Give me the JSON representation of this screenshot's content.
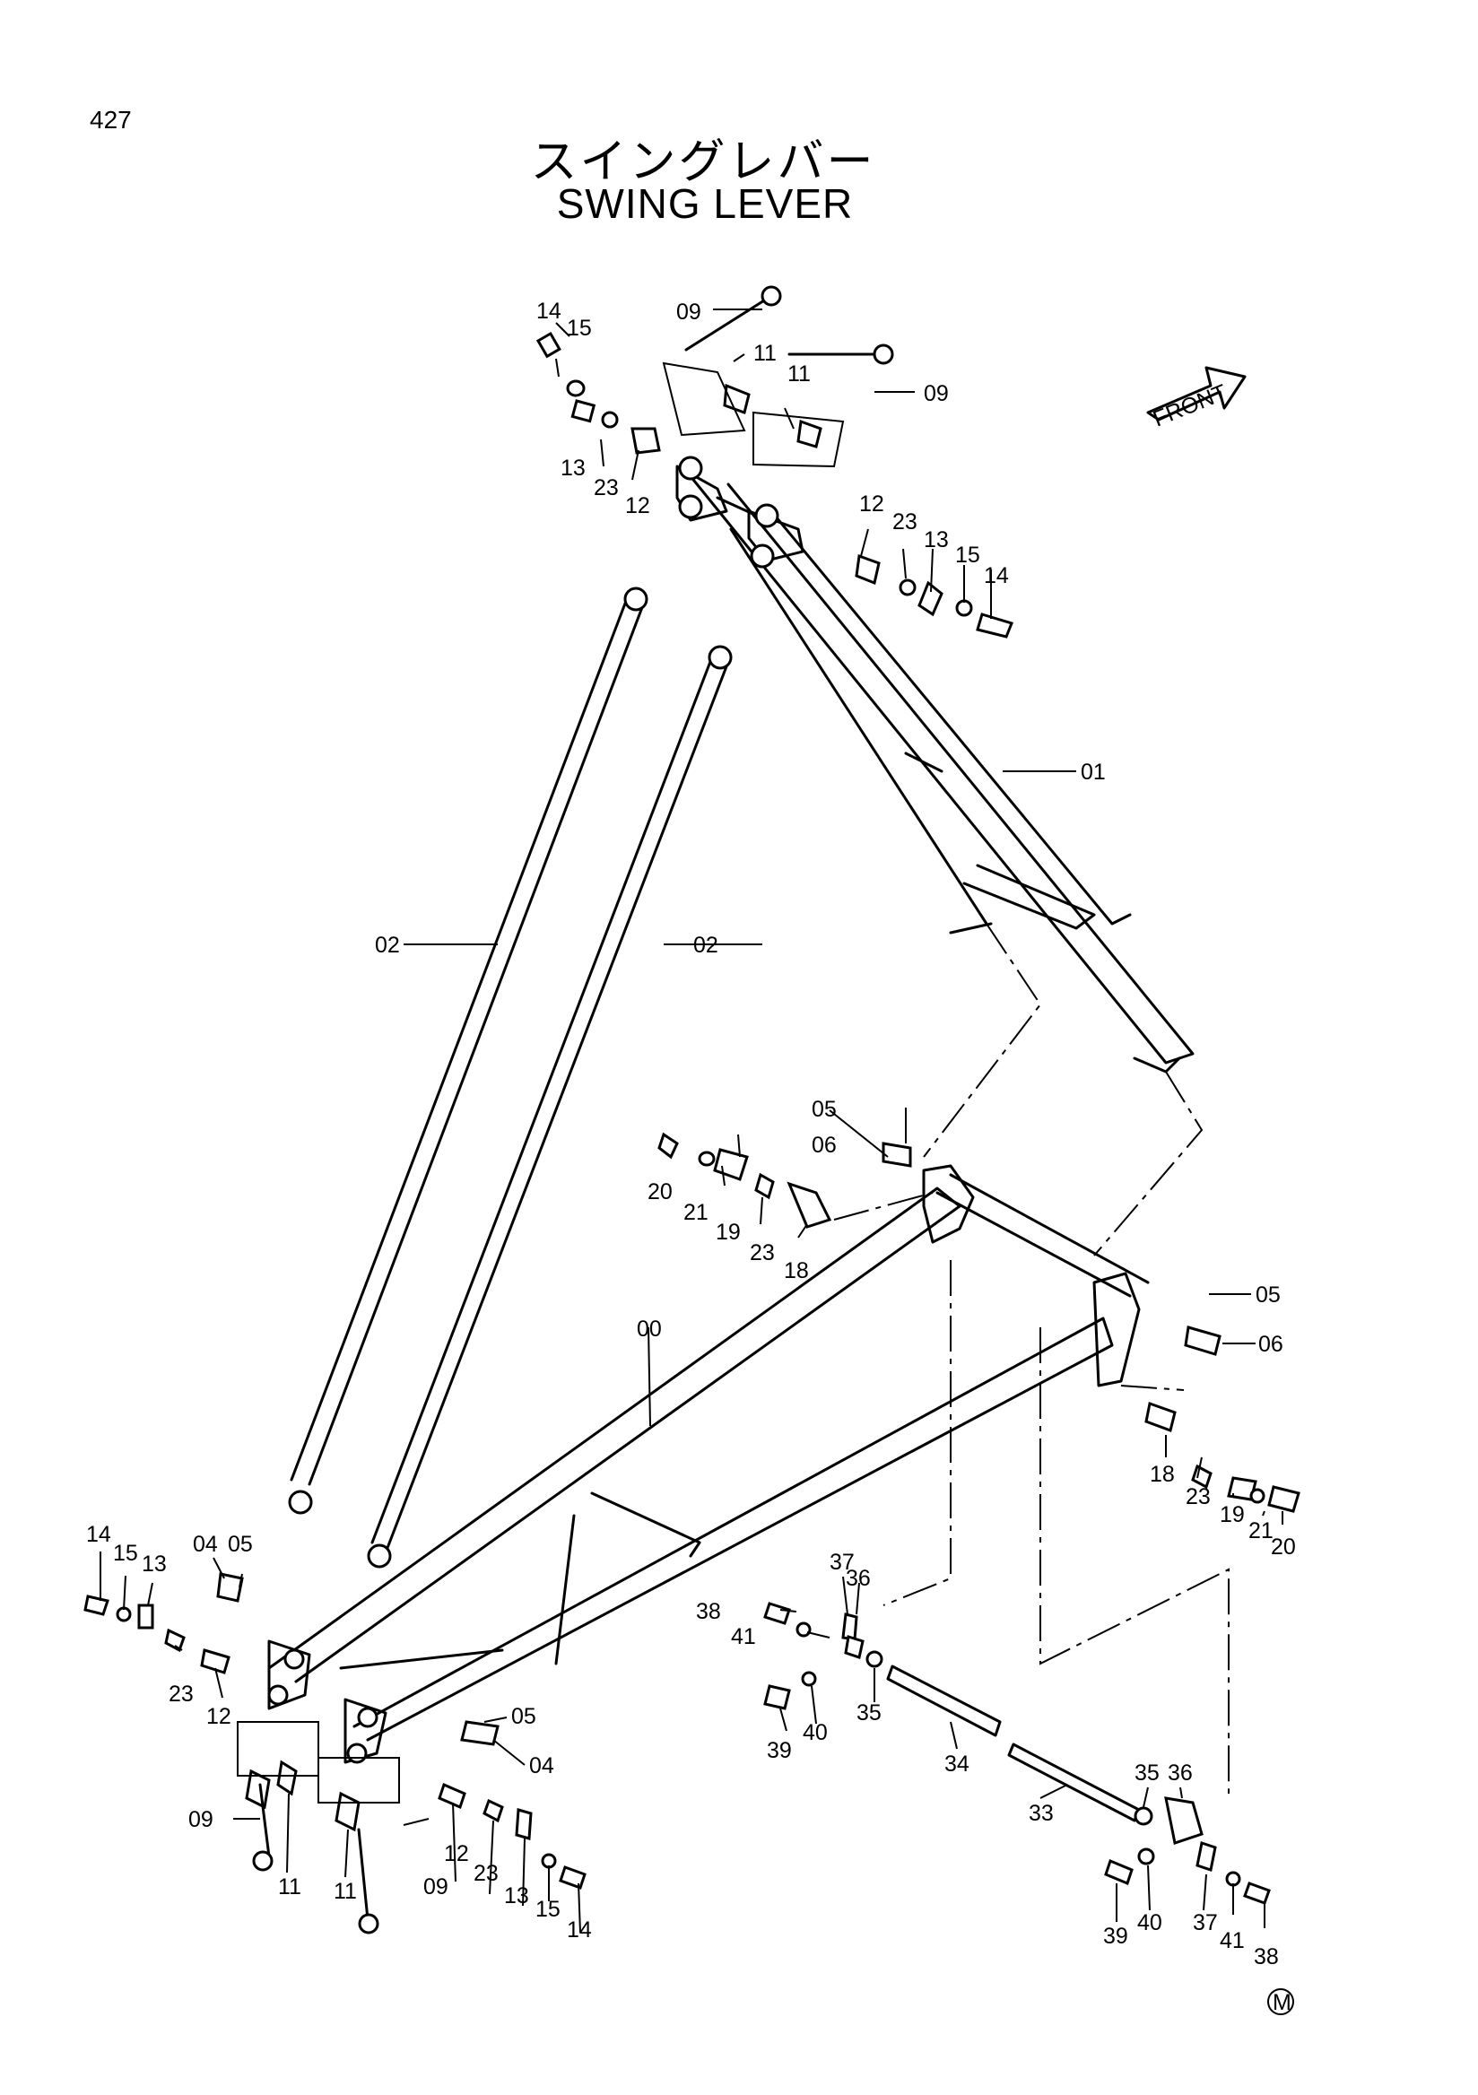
{
  "page_number": "427",
  "title_jp": "スイングレバー",
  "title_en": "SWING LEVER",
  "front_label": "FRONT",
  "mark_symbol": "M",
  "callouts": {
    "c09a": "09",
    "c11a": "11",
    "c11b": "11",
    "c09b": "09",
    "c14a": "14",
    "c15a": "15",
    "c13a": "13",
    "c23a": "23",
    "c12a": "12",
    "c12b": "12",
    "c23b": "23",
    "c13b": "13",
    "c15b": "15",
    "c14b": "14",
    "c01": "01",
    "c02a": "02",
    "c02b": "02",
    "c05a": "05",
    "c06a": "06",
    "c20a": "20",
    "c21a": "21",
    "c19a": "19",
    "c23c": "23",
    "c18a": "18",
    "c00": "00",
    "c05b": "05",
    "c06b": "06",
    "c18b": "18",
    "c23d": "23",
    "c19b": "19",
    "c21b": "21",
    "c20b": "20",
    "c14c": "14",
    "c15c": "15",
    "c13c": "13",
    "c04a": "04",
    "c05c": "05",
    "c23e": "23",
    "c12c": "12",
    "c09c": "09",
    "c11c": "11",
    "c11d": "11",
    "c09d": "09",
    "c05d": "05",
    "c04b": "04",
    "c12d": "12",
    "c23f": "23",
    "c13d": "13",
    "c15d": "15",
    "c14d": "14",
    "c37a": "37",
    "c36a": "36",
    "c38a": "38",
    "c41a": "41",
    "c39a": "39",
    "c40a": "40",
    "c35a": "35",
    "c34": "34",
    "c33": "33",
    "c35b": "35",
    "c36b": "36",
    "c39b": "39",
    "c40b": "40",
    "c37b": "37",
    "c41b": "41",
    "c38b": "38"
  }
}
